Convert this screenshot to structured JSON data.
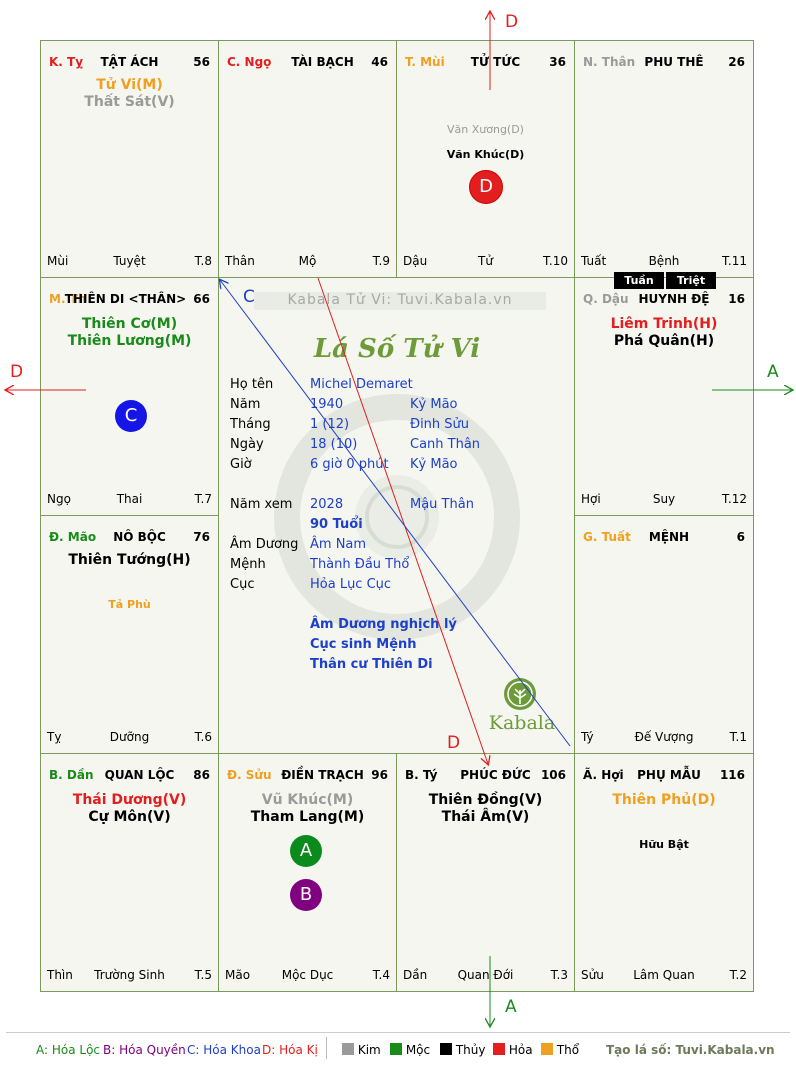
{
  "palaces": [
    {
      "id": "ty",
      "stem": "K. Tỵ",
      "name": "TẬT ÁCH",
      "num": "56",
      "branch": "Mùi",
      "stage": "Tuyệt",
      "term": "T.8"
    },
    {
      "id": "ngo",
      "stem": "C. Ngọ",
      "name": "TÀI BẠCH",
      "num": "46",
      "branch": "Thân",
      "stage": "Mộ",
      "term": "T.9"
    },
    {
      "id": "mui",
      "stem": "T. Mùi",
      "name": "TỬ TỨC",
      "num": "36",
      "branch": "Dậu",
      "stage": "Tử",
      "term": "T.10"
    },
    {
      "id": "than",
      "stem": "N. Thân",
      "name": "PHU THÊ",
      "num": "26",
      "branch": "Tuất",
      "stage": "Bệnh",
      "term": "T.11"
    },
    {
      "id": "thin",
      "stem": "M. Th",
      "name": "THIÊN DI <THÂN>",
      "num": "66",
      "branch": "Ngọ",
      "stage": "Thai",
      "term": "T.7"
    },
    {
      "id": "dau",
      "stem": "Q. Dậu",
      "name": "HUYNH ĐỆ",
      "num": "16",
      "branch": "Hợi",
      "stage": "Suy",
      "term": "T.12"
    },
    {
      "id": "mao",
      "stem": "Đ. Mão",
      "name": "NÔ BỘC",
      "num": "76",
      "branch": "Tỵ",
      "stage": "Dưỡng",
      "term": "T.6"
    },
    {
      "id": "tuat",
      "stem": "G. Tuất",
      "name": "MỆNH",
      "num": "6",
      "branch": "Tý",
      "stage": "Đế Vượng",
      "term": "T.1"
    },
    {
      "id": "dan",
      "stem": "B. Dần",
      "name": "QUAN LỘC",
      "num": "86",
      "branch": "Thìn",
      "stage": "Trường Sinh",
      "term": "T.5"
    },
    {
      "id": "suu",
      "stem": "Đ. Sửu",
      "name": "ĐIỀN TRẠCH",
      "num": "96",
      "branch": "Mão",
      "stage": "Mộc Dục",
      "term": "T.4"
    },
    {
      "id": "tyy",
      "stem": "B. Tý",
      "name": "PHÚC ĐỨC",
      "num": "106",
      "branch": "Dần",
      "stage": "Quan Đới",
      "term": "T.3"
    },
    {
      "id": "hoi",
      "stem": "Ã. Hợi",
      "name": "PHỤ MẪU",
      "num": "116",
      "branch": "Sửu",
      "stage": "Lâm Quan",
      "term": "T.2"
    }
  ],
  "stars": {
    "ty": [
      "Tử Vi(M)",
      "Thất Sát(V)"
    ],
    "mui": [
      "Văn Xương(D)",
      "Văn Khúc(D)"
    ],
    "thin": [
      "Thiên Cơ(M)",
      "Thiên Lương(M)"
    ],
    "dau": [
      "Liêm Trinh(H)",
      "Phá Quân(H)"
    ],
    "mao": [
      "Thiên Tướng(H)",
      "Tả Phù"
    ],
    "dan": [
      "Thái Dương(V)",
      "Cự Môn(V)"
    ],
    "suu": [
      "Vũ Khúc(M)",
      "Tham Lang(M)"
    ],
    "tyy": [
      "Thiên Đồng(V)",
      "Thái Âm(V)"
    ],
    "hoi": [
      "Thiên Phủ(D)",
      "Hữu Bật"
    ]
  },
  "markers": {
    "a": "A",
    "b": "B",
    "c": "C",
    "d": "D"
  },
  "tags": {
    "tuan": "Tuần",
    "triet": "Triệt"
  },
  "center": {
    "watermark": "Kabala Tử Vi: Tuvi.Kabala.vn",
    "title": "Lá Số Tử Vi",
    "rows": [
      {
        "label": "Họ tên",
        "v1": "Michel Demaret",
        "v2": ""
      },
      {
        "label": "Năm",
        "v1": "1940",
        "v2": "Kỷ Mão"
      },
      {
        "label": "Tháng",
        "v1": "1  (12)",
        "v2": "Đinh Sửu"
      },
      {
        "label": "Ngày",
        "v1": "18  (10)",
        "v2": "Canh Thân"
      },
      {
        "label": "Giờ",
        "v1": "6 giờ 0 phút",
        "v2": "Kỷ Mão"
      }
    ],
    "rows2": [
      {
        "label": "Năm xem",
        "v1": "2028",
        "v2": "Mậu Thân"
      },
      {
        "label": "",
        "v1": "90 Tuổi",
        "v2": ""
      },
      {
        "label": "Âm Dương",
        "v1": "Âm Nam",
        "v2": ""
      },
      {
        "label": "Mệnh",
        "v1": "Thành Đầu Thổ",
        "v2": ""
      },
      {
        "label": "Cục",
        "v1": "Hỏa Lục Cục",
        "v2": ""
      }
    ],
    "notes": [
      "Âm Dương nghịch lý",
      "Cục sinh Mệnh",
      "Thân cư Thiên Di"
    ],
    "logo": "Kabala"
  },
  "arrow_labels": {
    "top": "D",
    "left": "D",
    "right": "A",
    "bottom": "A",
    "center_c": "C",
    "center_d": "D"
  },
  "legend": {
    "a": "A: Hóa Lộc",
    "b": "B: Hóa Quyền",
    "c": "C: Hóa Khoa",
    "d": "D: Hóa Kị",
    "kim": "Kim",
    "moc": "Mộc",
    "thuy": "Thủy",
    "hoa": "Hỏa",
    "tho": "Thổ",
    "site": "Tạo lá số: Tuvi.Kabala.vn"
  },
  "colors": {
    "kim": "#9a9a9a",
    "moc": "#1a8a1a",
    "thuy": "#000000",
    "hoa": "#e31e1e",
    "tho": "#f0a020",
    "hoa_loc": "#1a8a1a",
    "hoa_quyen": "#800080",
    "hoa_khoa": "#1e3fc8",
    "hoa_ki": "#e31e1e"
  }
}
